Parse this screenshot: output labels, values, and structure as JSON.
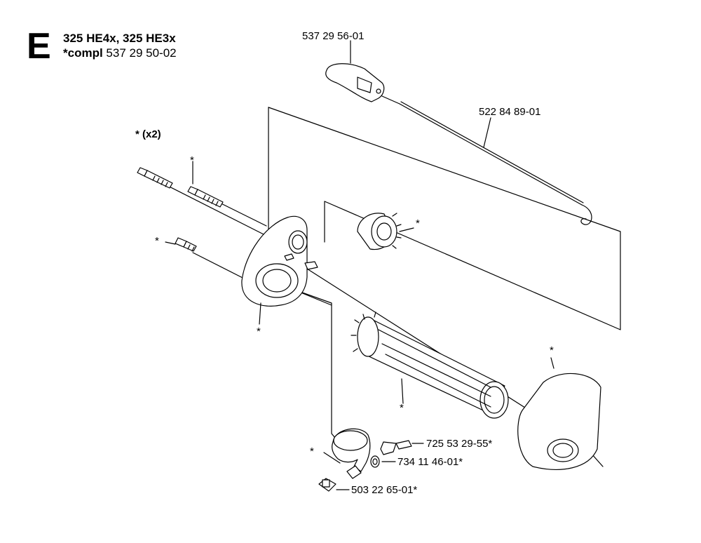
{
  "header": {
    "section_letter": "E",
    "models": "325 HE4x, 325 HE3x",
    "compl_prefix": "*compl",
    "compl_number": "537 29 50-02"
  },
  "quantity_label": "* (x2)",
  "asterisk": "*",
  "parts": [
    {
      "id": "switch",
      "number": "537 29 56-01"
    },
    {
      "id": "cable",
      "number": "522 84 89-01"
    },
    {
      "id": "screw",
      "number": "725 53 29-55*"
    },
    {
      "id": "washer",
      "number": "734 11 46-01*"
    },
    {
      "id": "nut",
      "number": "503 22 65-01*"
    }
  ]
}
